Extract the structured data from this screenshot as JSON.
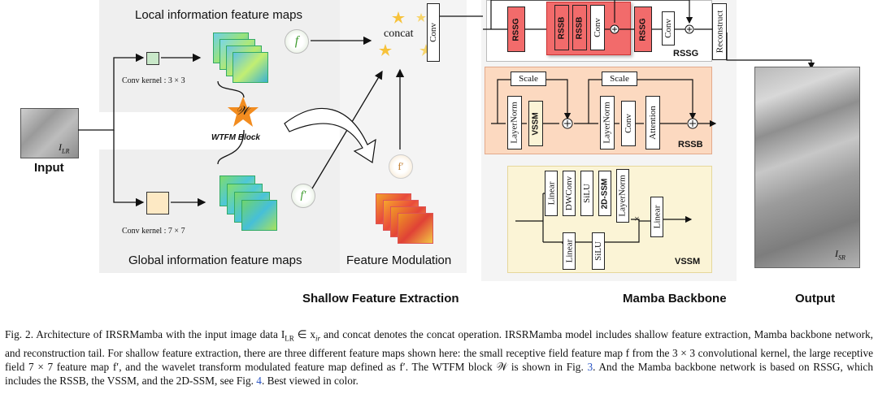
{
  "panels": {
    "local_title": "Local information feature maps",
    "global_title": "Global information feature maps",
    "feature_modulation": "Feature Modulation",
    "wtfm_block": "WTFM Block",
    "wtfm_symbol": "𝒲",
    "concat": "concat",
    "f_symbol": "f",
    "f_prime_symbol": "f′",
    "conv_local": "Conv kernel : 3 × 3",
    "conv_global": "Conv kernel : 7 × 7"
  },
  "input": {
    "label": "Input",
    "image_label": "I",
    "image_sub": "LR"
  },
  "output": {
    "label": "Output",
    "image_label": "I",
    "image_sub": "SR"
  },
  "sections": {
    "shallow": "Shallow Feature Extraction",
    "mamba": "Mamba Backbone"
  },
  "rssg": {
    "name": "RSSG",
    "conv": "Conv",
    "reconstruct": "Reconstruct",
    "rssg_block": "RSSG",
    "rssb_block": "RSSB",
    "inner_conv": "Conv",
    "tail_conv": "Conv"
  },
  "rssb": {
    "name": "RSSB",
    "scale1": "Scale",
    "scale2": "Scale",
    "layernorm1": "LayerNorm",
    "vssm": "VSSM",
    "layernorm2": "LayerNorm",
    "conv": "Conv",
    "attention": "Attention"
  },
  "vssm": {
    "name": "VSSM",
    "linear1": "Linear",
    "dwconv": "DWConv",
    "silu1": "SiLU",
    "ssm": "2D-SSM",
    "layernorm": "LayerNorm",
    "linear_out": "Linear",
    "linear2": "Linear",
    "silu2": "SiLU"
  },
  "caption": {
    "p1": "Fig. 2.    Architecture of IRSRMamba with the input image data I",
    "p1_sub": "LR",
    "p2": " ∈ x",
    "p2_sub": "ir",
    "p3": " and concat denotes the concat operation. IRSRMamba model includes shallow feature extraction, Mamba backbone network, and reconstruction tail. For shallow feature extraction, there are three different feature maps shown here: the small receptive field feature map f from the 3 × 3 convolutional kernel, the large receptive field 7 × 7 feature map f′, and the wavelet transform modulated feature map defined as f′. The WTFM block 𝒲 is shown in Fig. ",
    "ref1": "3",
    "p4": ". And the Mamba backbone network is based on RSSG, which includes the RSSB, the VSSM, and the 2D-SSM, see Fig. ",
    "ref2": "4",
    "p5": ". Best viewed in color."
  },
  "colors": {
    "rssg_fill": "#f26b6b",
    "rssb_fill": "#fcd9c0",
    "vssm_fill": "#fbf4d6",
    "panel_gray": "#efefef",
    "star_orange": "#f28c1f",
    "f_circle_green": "#3e9b2e",
    "caption_link": "#2a55c4"
  },
  "icons": [
    "plus-circle-icon",
    "multiply-icon",
    "star-icon",
    "arrow-icon"
  ]
}
